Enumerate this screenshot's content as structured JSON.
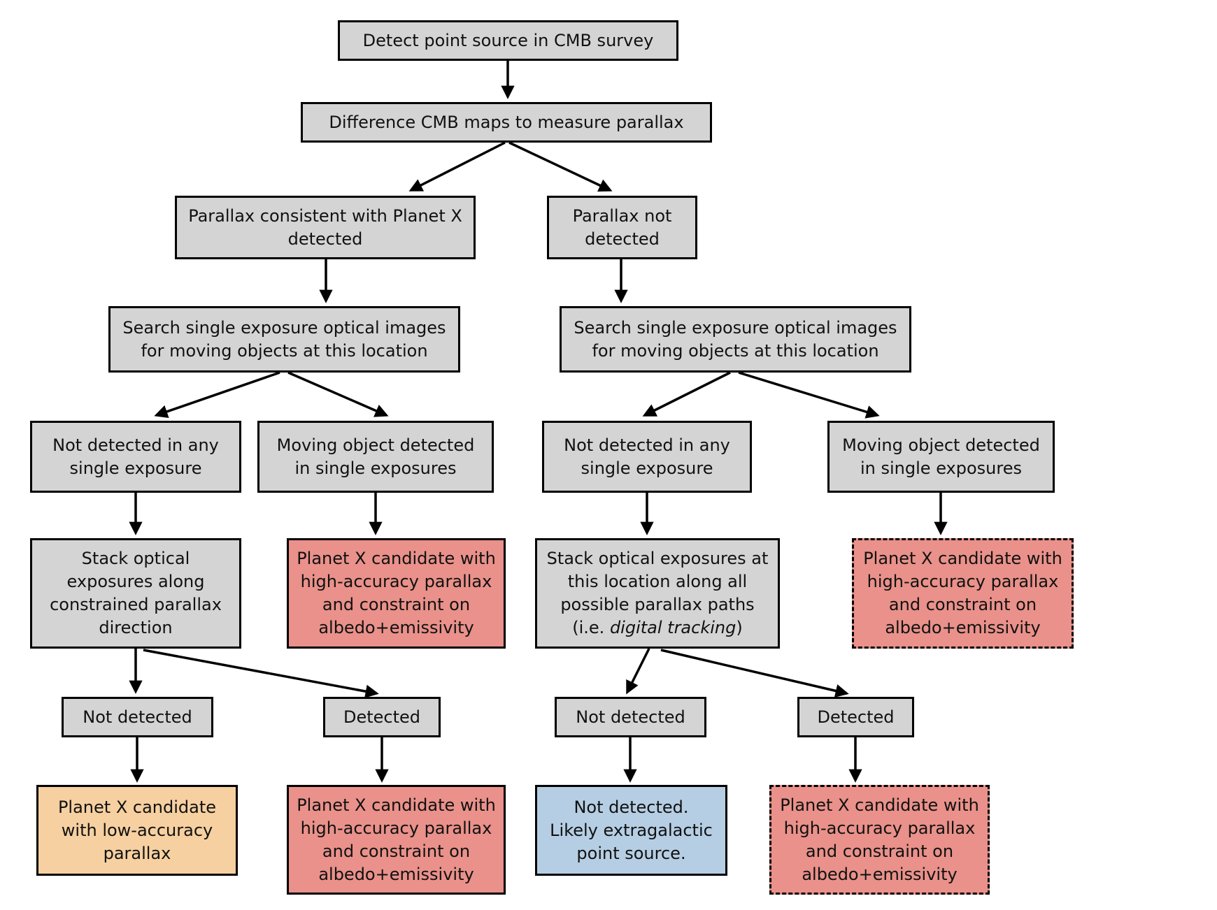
{
  "colors": {
    "background": "#ffffff",
    "border": "#000000",
    "box_gray": "#d4d4d4",
    "box_red": "#e9918a",
    "box_orange": "#f6d0a0",
    "box_blue": "#b5cee3"
  },
  "nodes": {
    "detect": {
      "lines": [
        "Detect point source in CMB survey"
      ]
    },
    "difference": {
      "lines": [
        "Difference CMB maps to measure parallax"
      ]
    },
    "parallax_consistent": {
      "lines": [
        "Parallax consistent with Planet X",
        "detected"
      ]
    },
    "parallax_not": {
      "lines": [
        "Parallax not",
        "detected"
      ]
    },
    "search_left": {
      "lines": [
        "Search single exposure optical images",
        "for moving objects at this location"
      ]
    },
    "search_right": {
      "lines": [
        "Search single exposure optical images",
        "for moving objects at this location"
      ]
    },
    "not_detected_any_left": {
      "lines": [
        "Not detected in any",
        "single exposure"
      ]
    },
    "moving_object_left": {
      "lines": [
        "Moving object detected",
        "in single exposures"
      ]
    },
    "not_detected_any_right": {
      "lines": [
        "Not detected in any",
        "single exposure"
      ]
    },
    "moving_object_right": {
      "lines": [
        "Moving object detected",
        "in single exposures"
      ]
    },
    "stack_left": {
      "lines": [
        "Stack optical",
        "exposures along",
        "constrained parallax",
        "direction"
      ]
    },
    "stack_right": {
      "lines": [
        "Stack optical exposures at",
        "this location along all",
        "possible parallax paths"
      ],
      "last_line_prefix": "(i.e. ",
      "last_line_italic": "digital tracking",
      "last_line_suffix": ")"
    },
    "planet_x_high": {
      "lines": [
        "Planet X candidate with",
        "high-accuracy parallax",
        "and constraint on",
        "albedo+emissivity"
      ]
    },
    "not_detected_small": {
      "label": "Not detected"
    },
    "detected_small": {
      "label": "Detected"
    },
    "planet_x_low": {
      "lines": [
        "Planet X candidate",
        "with low-accuracy",
        "parallax"
      ]
    },
    "extragalactic": {
      "lines": [
        "Not detected.",
        "Likely extragalactic",
        "point source."
      ]
    }
  }
}
